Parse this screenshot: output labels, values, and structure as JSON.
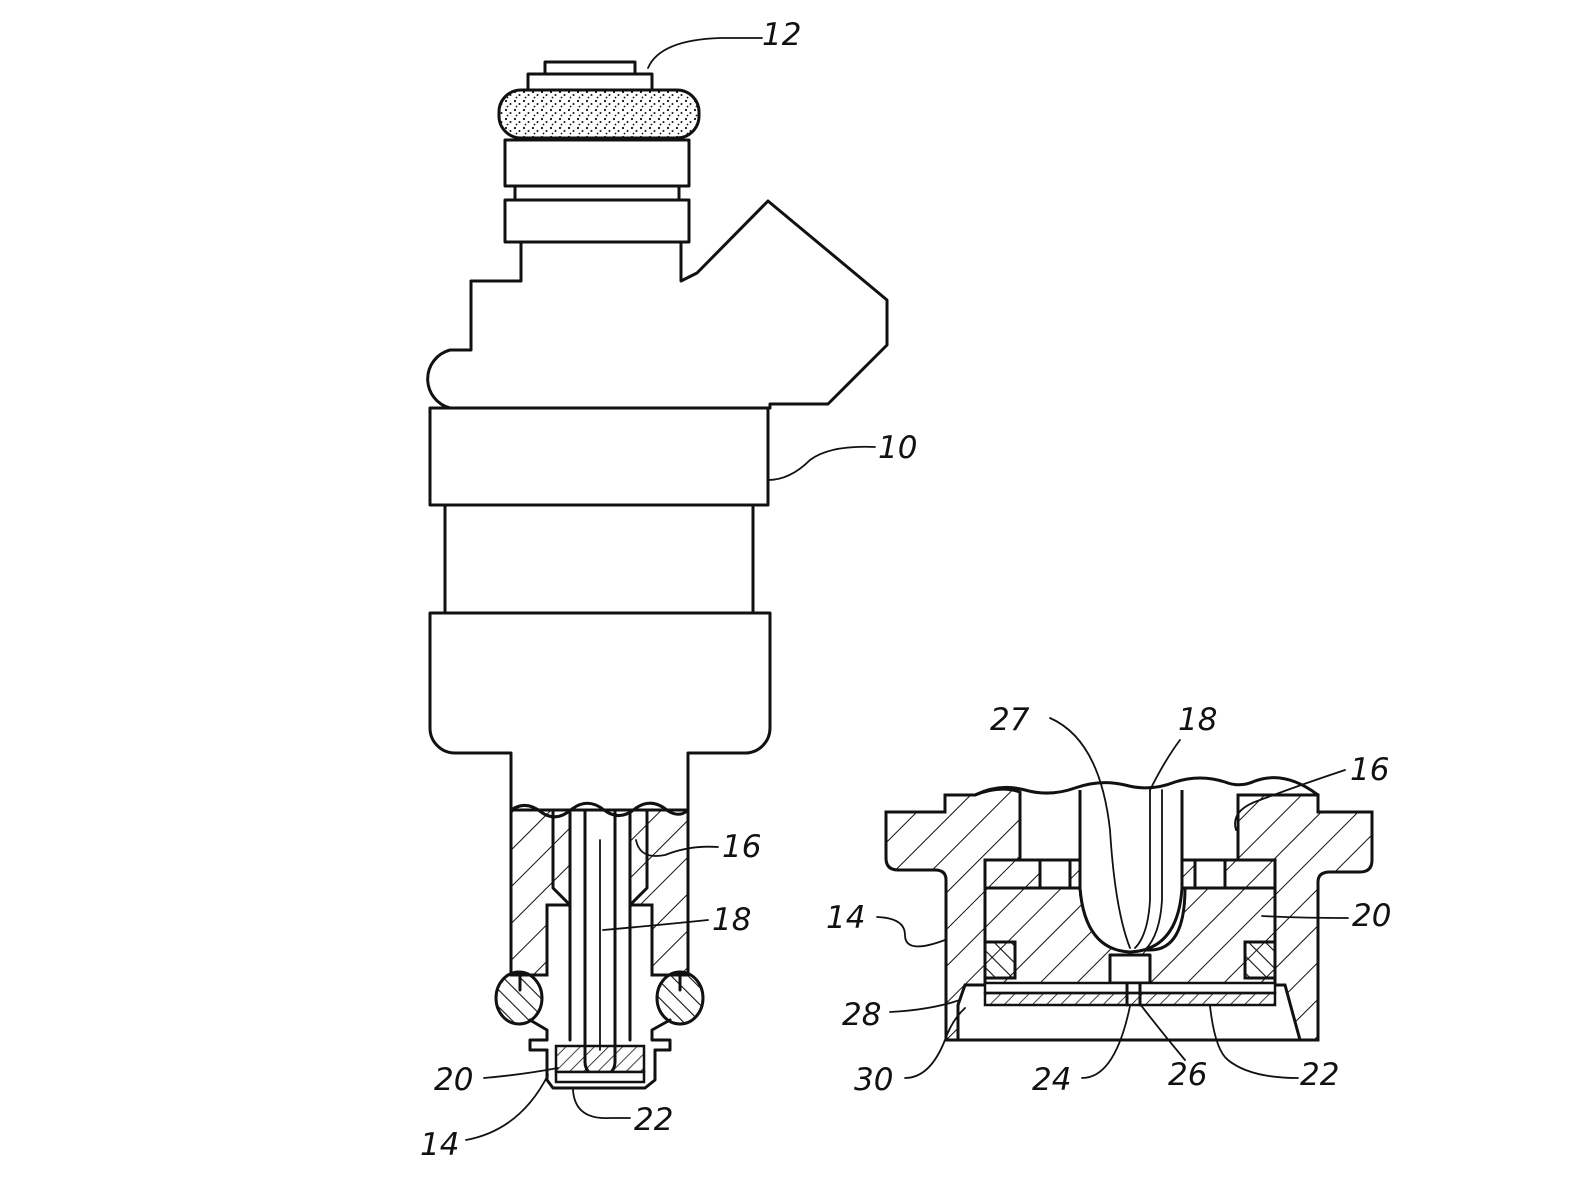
{
  "figure": {
    "left_view_labels": {
      "injector": "10",
      "fuel_inlet": "12",
      "body_tip": "14",
      "bore": "16",
      "needle": "18",
      "seat_member": "20",
      "orifice_plate": "22"
    },
    "right_view_labels": {
      "needle": "18",
      "bore": "16",
      "needle_surface": "27",
      "body_tip": "14",
      "seat_member": "20",
      "layer": "28",
      "edge": "30",
      "recess": "24",
      "orifice": "26",
      "orifice_plate": "22"
    }
  }
}
